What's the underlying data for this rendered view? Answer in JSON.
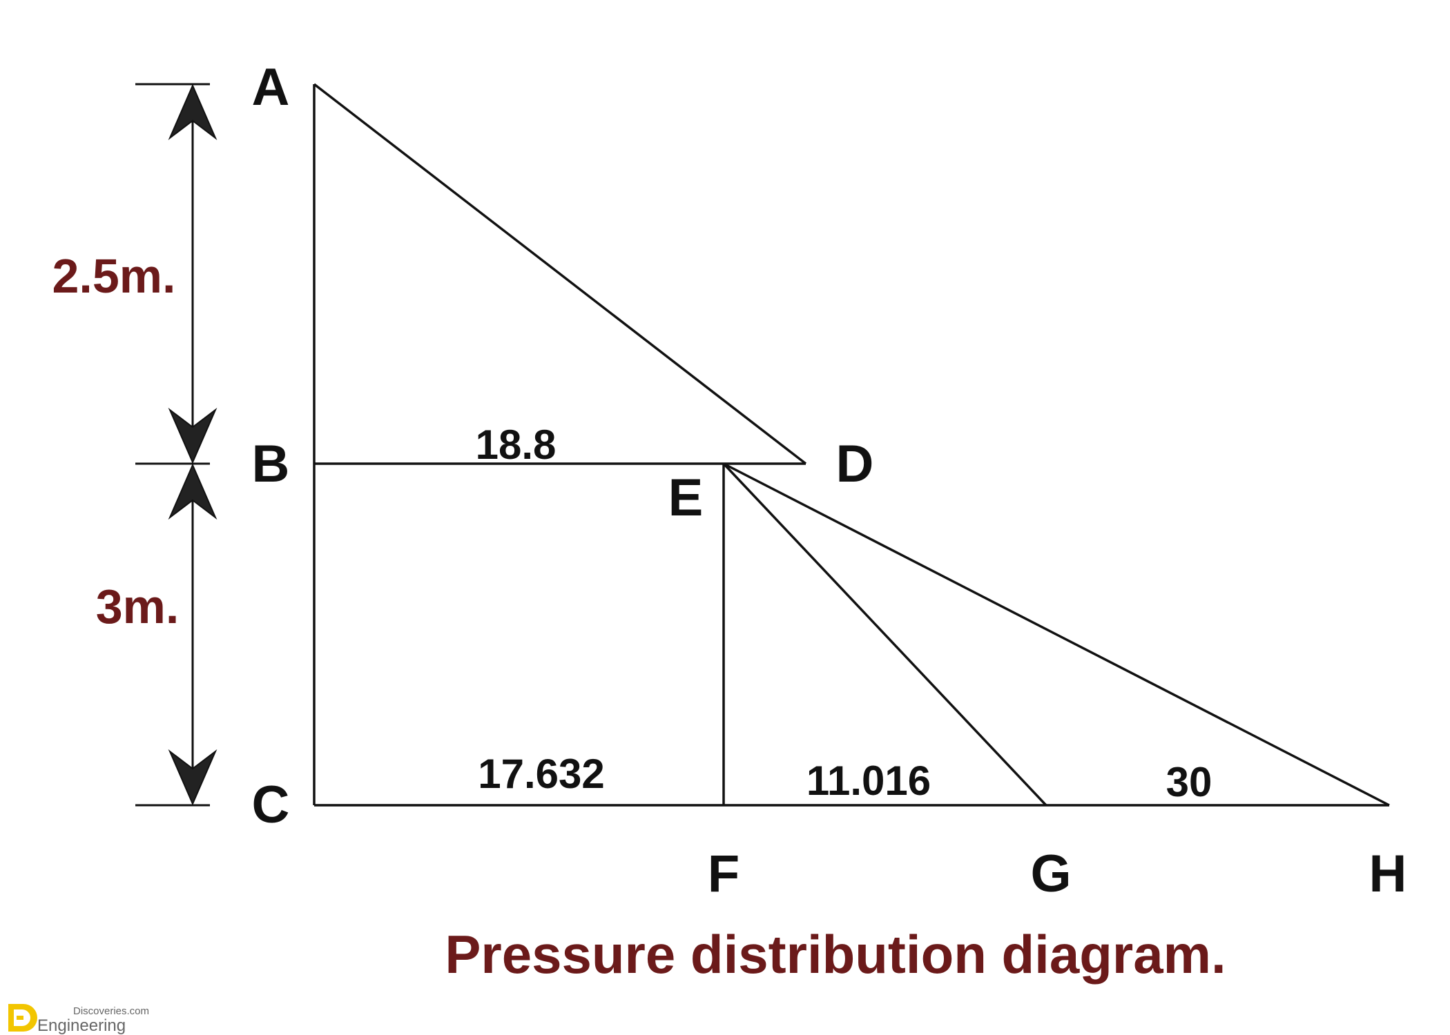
{
  "diagram": {
    "caption": "Pressure distribution diagram.",
    "points": {
      "A": "A",
      "B": "B",
      "C": "C",
      "D": "D",
      "E": "E",
      "F": "F",
      "G": "G",
      "H": "H"
    },
    "values": {
      "bd": "18.8",
      "cf": "17.632",
      "fg": "11.016",
      "gh": "30"
    },
    "dimensions": {
      "ab": "2.5m.",
      "bc": "3m."
    },
    "colors": {
      "accent": "#6b1a1a",
      "line": "#111111"
    }
  },
  "watermark": {
    "small": "Discoveries.com",
    "brand": "Engineering",
    "icon": "engineering-discoveries-logo-icon"
  }
}
